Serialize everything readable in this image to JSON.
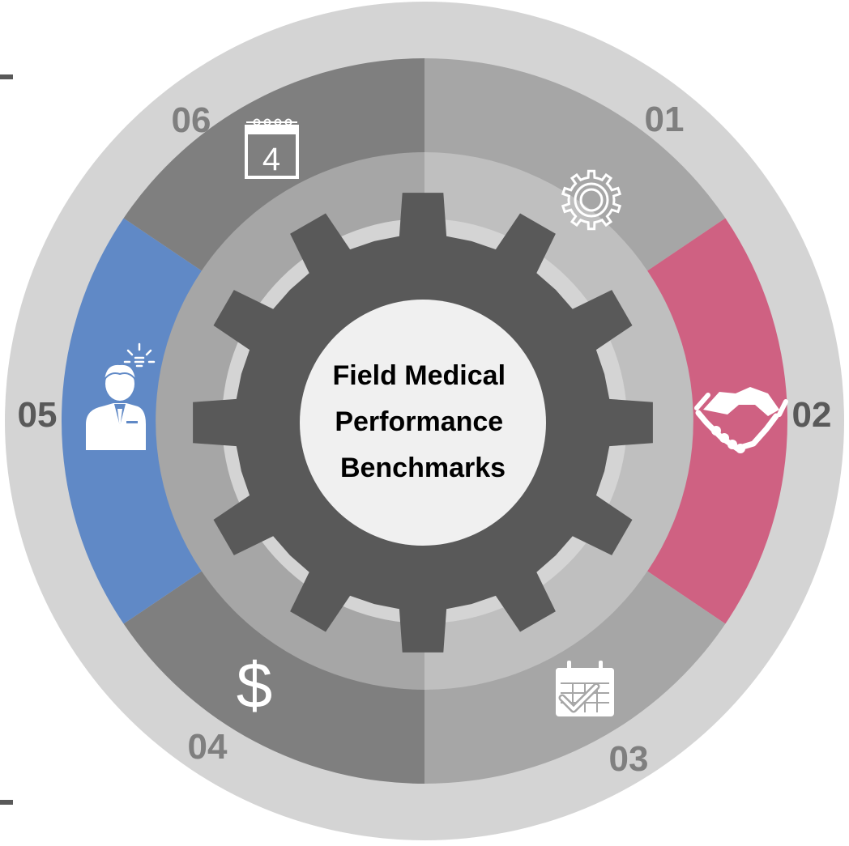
{
  "center": {
    "title_lines": [
      "Field Medical",
      "Performance",
      "Benchmarks"
    ]
  },
  "segments": [
    {
      "number": "01",
      "color": "#a6a6a6",
      "icon": "gear-icon"
    },
    {
      "number": "02",
      "color": "#cf6182",
      "icon": "handshake-icon"
    },
    {
      "number": "03",
      "color": "#a6a6a6",
      "icon": "calendar-check-icon"
    },
    {
      "number": "04",
      "color": "#7f7f7f",
      "icon": "dollar-icon"
    },
    {
      "number": "05",
      "color": "#6089c6",
      "icon": "person-idea-icon"
    },
    {
      "number": "06",
      "color": "#7f7f7f",
      "icon": "calendar-day-icon"
    }
  ],
  "calendar_day": "4",
  "dollar_symbol": "$",
  "colors": {
    "outer_ring": "#d4d4d4",
    "inner_ring": "#bfbfbf",
    "gear": "#595959",
    "center_circle": "#f0f0f0",
    "number_dark": "#595959",
    "number_light": "#7f7f7f"
  }
}
